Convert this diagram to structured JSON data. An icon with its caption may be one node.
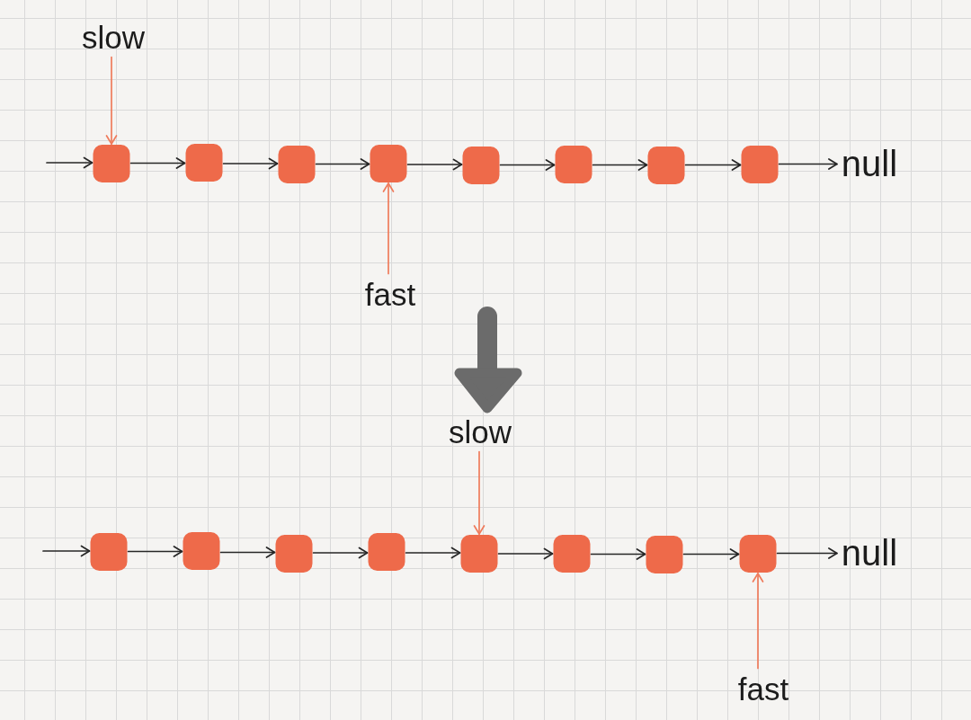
{
  "diagram": {
    "nodes": [
      {
        "text": [
          "slow"
        ]
      },
      {
        "text": [],
        "shape": "box"
      },
      {
        "text": [],
        "shape": "box"
      },
      {
        "text": [],
        "shape": "box"
      },
      {
        "text": [],
        "shape": "box"
      },
      {
        "text": [],
        "shape": "box"
      },
      {
        "text": [],
        "shape": "box"
      },
      {
        "text": [],
        "shape": "box"
      },
      {
        "text": [],
        "shape": "box"
      },
      {
        "text": [
          "null"
        ]
      },
      {
        "text": [
          "fast"
        ]
      },
      {
        "text": [
          "slow"
        ]
      },
      {
        "text": [],
        "shape": "box"
      },
      {
        "text": [],
        "shape": "box"
      },
      {
        "text": [],
        "shape": "box"
      },
      {
        "text": [],
        "shape": "box"
      },
      {
        "text": [],
        "shape": "box"
      },
      {
        "text": [],
        "shape": "box"
      },
      {
        "text": [],
        "shape": "box"
      },
      {
        "text": [],
        "shape": "box"
      },
      {
        "text": [
          "null"
        ]
      },
      {
        "text": [
          "fast"
        ]
      }
    ],
    "edges": [
      {
        "from": null,
        "to": 1,
        "arrow": "to"
      },
      {
        "from": 1,
        "to": 2,
        "arrow": "to"
      },
      {
        "from": 2,
        "to": 3,
        "arrow": "to"
      },
      {
        "from": 3,
        "to": 4,
        "arrow": "to"
      },
      {
        "from": 4,
        "to": 5,
        "arrow": "to"
      },
      {
        "from": 5,
        "to": 6,
        "arrow": "to"
      },
      {
        "from": 6,
        "to": 7,
        "arrow": "to"
      },
      {
        "from": 7,
        "to": 8,
        "arrow": "to"
      },
      {
        "from": 8,
        "to": 9,
        "arrow": "to"
      },
      {
        "from": 0,
        "to": 1,
        "arrow": "to",
        "color": "#ef7b5c"
      },
      {
        "from": 10,
        "to": 4,
        "arrow": "to",
        "color": "#ef7b5c"
      },
      {
        "from": null,
        "to": 12,
        "arrow": "to"
      },
      {
        "from": 12,
        "to": 13,
        "arrow": "to"
      },
      {
        "from": 13,
        "to": 14,
        "arrow": "to"
      },
      {
        "from": 14,
        "to": 15,
        "arrow": "to"
      },
      {
        "from": 15,
        "to": 16,
        "arrow": "to"
      },
      {
        "from": 16,
        "to": 17,
        "arrow": "to"
      },
      {
        "from": 17,
        "to": 18,
        "arrow": "to"
      },
      {
        "from": 18,
        "to": 19,
        "arrow": "to"
      },
      {
        "from": 19,
        "to": 20,
        "arrow": "to"
      },
      {
        "from": 11,
        "to": 16,
        "arrow": "to",
        "color": "#ef7b5c"
      },
      {
        "from": 21,
        "to": 19,
        "arrow": "to",
        "color": "#ef7b5c"
      }
    ]
  }
}
